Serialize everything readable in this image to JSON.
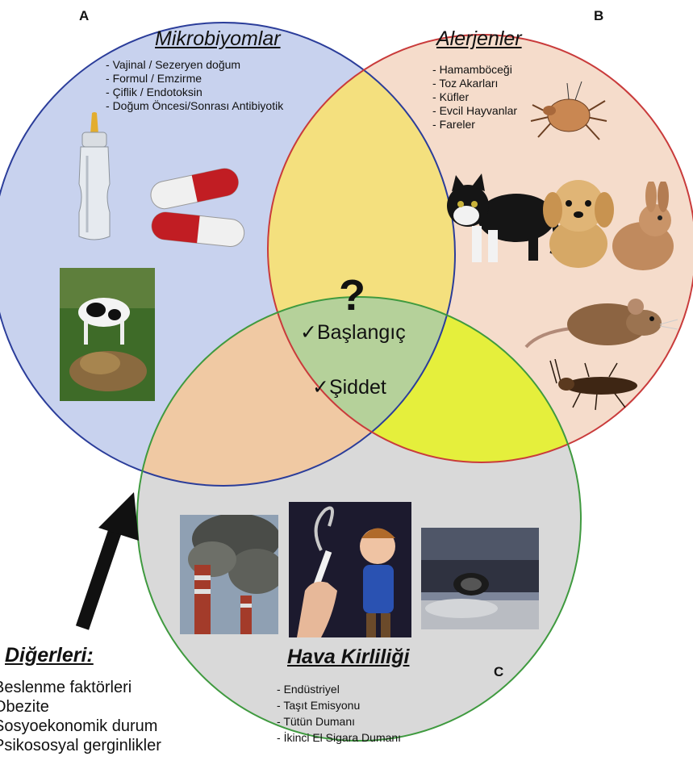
{
  "colors": {
    "circle_a_fill": "#c8d2ee",
    "circle_b_fill": "#f5dccb",
    "circle_c_fill": "#d9d9d9",
    "ab_overlap": "#f4e07e",
    "ac_overlap": "#f0c9a3",
    "bc_overlap": "#e5ef3c",
    "abc_overlap": "#b5d19a",
    "circle_a_stroke": "#2b3d9a",
    "circle_b_stroke": "#c93b3b",
    "circle_c_stroke": "#3f9a3f"
  },
  "labels": {
    "a": "A",
    "b": "B",
    "c": "C"
  },
  "microbiome": {
    "heading": "Mikrobiyomlar",
    "items": [
      "Vajinal / Sezeryen doğum",
      "Formul / Emzirme",
      "Çiflik / Endotoksin",
      "Doğum Öncesi/Sonrası Antibiyotik"
    ]
  },
  "allergens": {
    "heading": "Alerjenler",
    "items": [
      "Hamamböceği",
      "Toz Akarları",
      "Küfler",
      "Evcil Hayvanlar",
      "Fareler"
    ]
  },
  "air_pollution": {
    "heading": "Hava Kirliliği",
    "items": [
      "Endüstriyel",
      "Taşıt Emisyonu",
      "Tütün Dumanı",
      "İkinci El Sigara Dumanı"
    ]
  },
  "center": {
    "question": "?",
    "onset": "✓Başlangıç",
    "severity": "✓Şiddet"
  },
  "others": {
    "heading": "Diğerleri:",
    "items": [
      "Beslenme faktörleri",
      "Obezite",
      "Sosyoekonomik durum",
      "Psikososyal gerginlikler"
    ]
  },
  "icons": [
    "baby-bottle-icon",
    "capsule-icon",
    "farm-cow-icon",
    "dust-mite-icon",
    "cat-icon",
    "dog-icon",
    "rabbit-icon",
    "mouse-icon",
    "cockroach-icon",
    "factory-chimney-icon",
    "smoking-child-icon",
    "car-exhaust-icon",
    "arrow-icon"
  ]
}
